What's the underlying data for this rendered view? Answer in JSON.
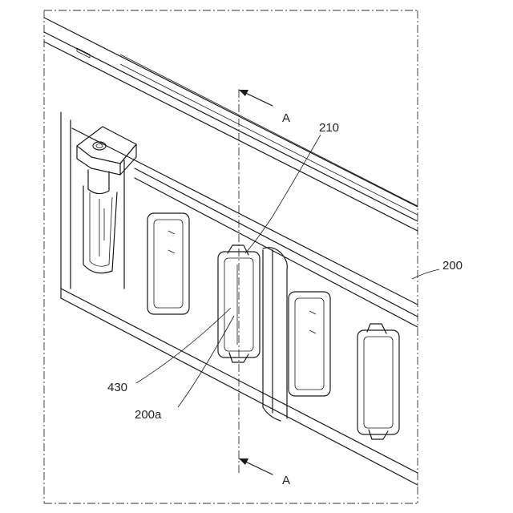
{
  "labels": {
    "section_top": "A",
    "section_bottom": "A",
    "ref_210": "210",
    "ref_200": "200",
    "ref_430": "430",
    "ref_200a": "200a"
  }
}
